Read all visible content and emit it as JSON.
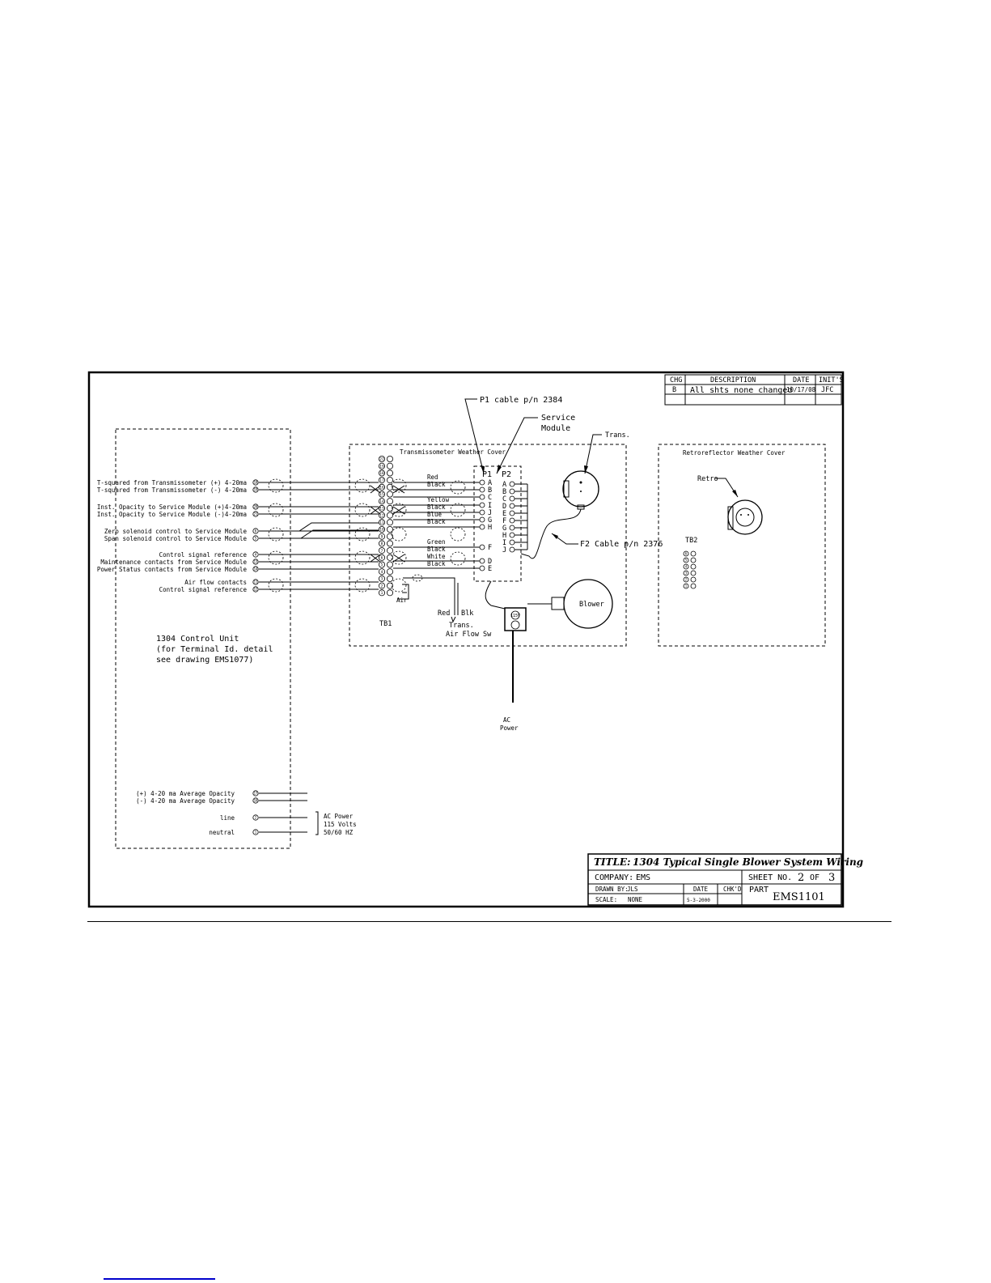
{
  "revision_table": {
    "headers": [
      "CHG",
      "DESCRIPTION",
      "DATE",
      "INIT'S"
    ],
    "rows": [
      [
        "B",
        "All shts none changed",
        "10/17/08",
        "JFC"
      ]
    ]
  },
  "callouts": {
    "p1_cable": "P1 cable p/n 2384",
    "service_module": [
      "Service",
      "Module"
    ],
    "trans": "Trans.",
    "f2_cable": "F2 Cable p/n 2376",
    "retro": "Retro",
    "blower": "Blower"
  },
  "enclosures": {
    "transmissometer": "Transmissometer Weather Cover",
    "retroreflector": "Retroreflector Weather Cover",
    "control_unit": [
      "1304 Control Unit",
      "(for Terminal Id. detail",
      "see drawing EMS1077)"
    ]
  },
  "left_signals": [
    {
      "label": "T-squared from Transmissometer (+) 4-20ma",
      "num": "18"
    },
    {
      "label": "T-squared from Transmissometer (-) 4-20ma",
      "num": "19"
    },
    {
      "label": "Inst. Opacity to Service Module (+)4-20ma",
      "num": "20"
    },
    {
      "label": "Inst. Opacity to Service Module (-)4-20ma",
      "num": "21"
    },
    {
      "label": "Zero solenoid control to Service Module",
      "num": "6"
    },
    {
      "label": "Span solenoid control to Service Module",
      "num": "5"
    },
    {
      "label": "Control signal reference",
      "num": "4"
    },
    {
      "label": "Maintenance contacts from Service Module",
      "num": "13"
    },
    {
      "label": "Power Status contacts from Service Module",
      "num": "14"
    },
    {
      "label": "Air flow contacts",
      "num": "11"
    },
    {
      "label": "Control signal reference",
      "num": "12"
    }
  ],
  "bottom_signals": [
    {
      "label": "(+) 4-20 ma Average Opacity",
      "num": "17"
    },
    {
      "label": "(-) 4-20 ma Average Opacity",
      "num": "16"
    },
    {
      "label": "line",
      "num": "2"
    },
    {
      "label": "neutral",
      "num": "1"
    }
  ],
  "ac_power_note": [
    "AC Power",
    "115 Volts",
    "50/60 HZ"
  ],
  "wire_colors": [
    "Red",
    "Black",
    "Yellow",
    "Black",
    "Blue",
    "Black",
    "Green",
    "Black",
    "White",
    "Black"
  ],
  "p1_header": "P1",
  "p2_header": "P2",
  "p1_pins": [
    "A",
    "B",
    "C",
    "I",
    "J",
    "G",
    "H",
    "F",
    "D",
    "E"
  ],
  "p2_pins": [
    "A",
    "B",
    "C",
    "D",
    "E",
    "F",
    "G",
    "H",
    "I",
    "J"
  ],
  "tb1_label": "TB1",
  "tb1_numbers": [
    "22",
    "19",
    "18",
    "17",
    "16",
    "15",
    "14",
    "13",
    "12",
    "11",
    "10",
    "9",
    "8",
    "7",
    "6",
    "5",
    "4",
    "3",
    "2",
    "1"
  ],
  "tb2_label": "TB2",
  "tb2_numbers": [
    "6",
    "5",
    "4",
    "3",
    "2",
    "1"
  ],
  "air_label": "Air",
  "airflow": {
    "red": "Red",
    "blk": "Blk",
    "sw": [
      "Trans.",
      "Air Flow Sw"
    ]
  },
  "outlet_label": "115V",
  "ac_power": [
    "AC",
    "Power"
  ],
  "title_block": {
    "title_label": "TITLE:",
    "title": "1304 Typical Single Blower System Wiring",
    "company_label": "COMPANY:",
    "company": "EMS",
    "sheet_label": "SHEET NO.",
    "sheet_no": "2",
    "of_label": "OF",
    "sheet_total": "3",
    "drawn_by_label": "DRAWN BY:",
    "drawn_by": "JLS",
    "date_label": "DATE",
    "chkd_label": "CHK'D",
    "scale_label": "SCALE:",
    "scale": "NONE",
    "date": "5-3-2000",
    "part_label": "PART",
    "part": "EMS1101"
  }
}
